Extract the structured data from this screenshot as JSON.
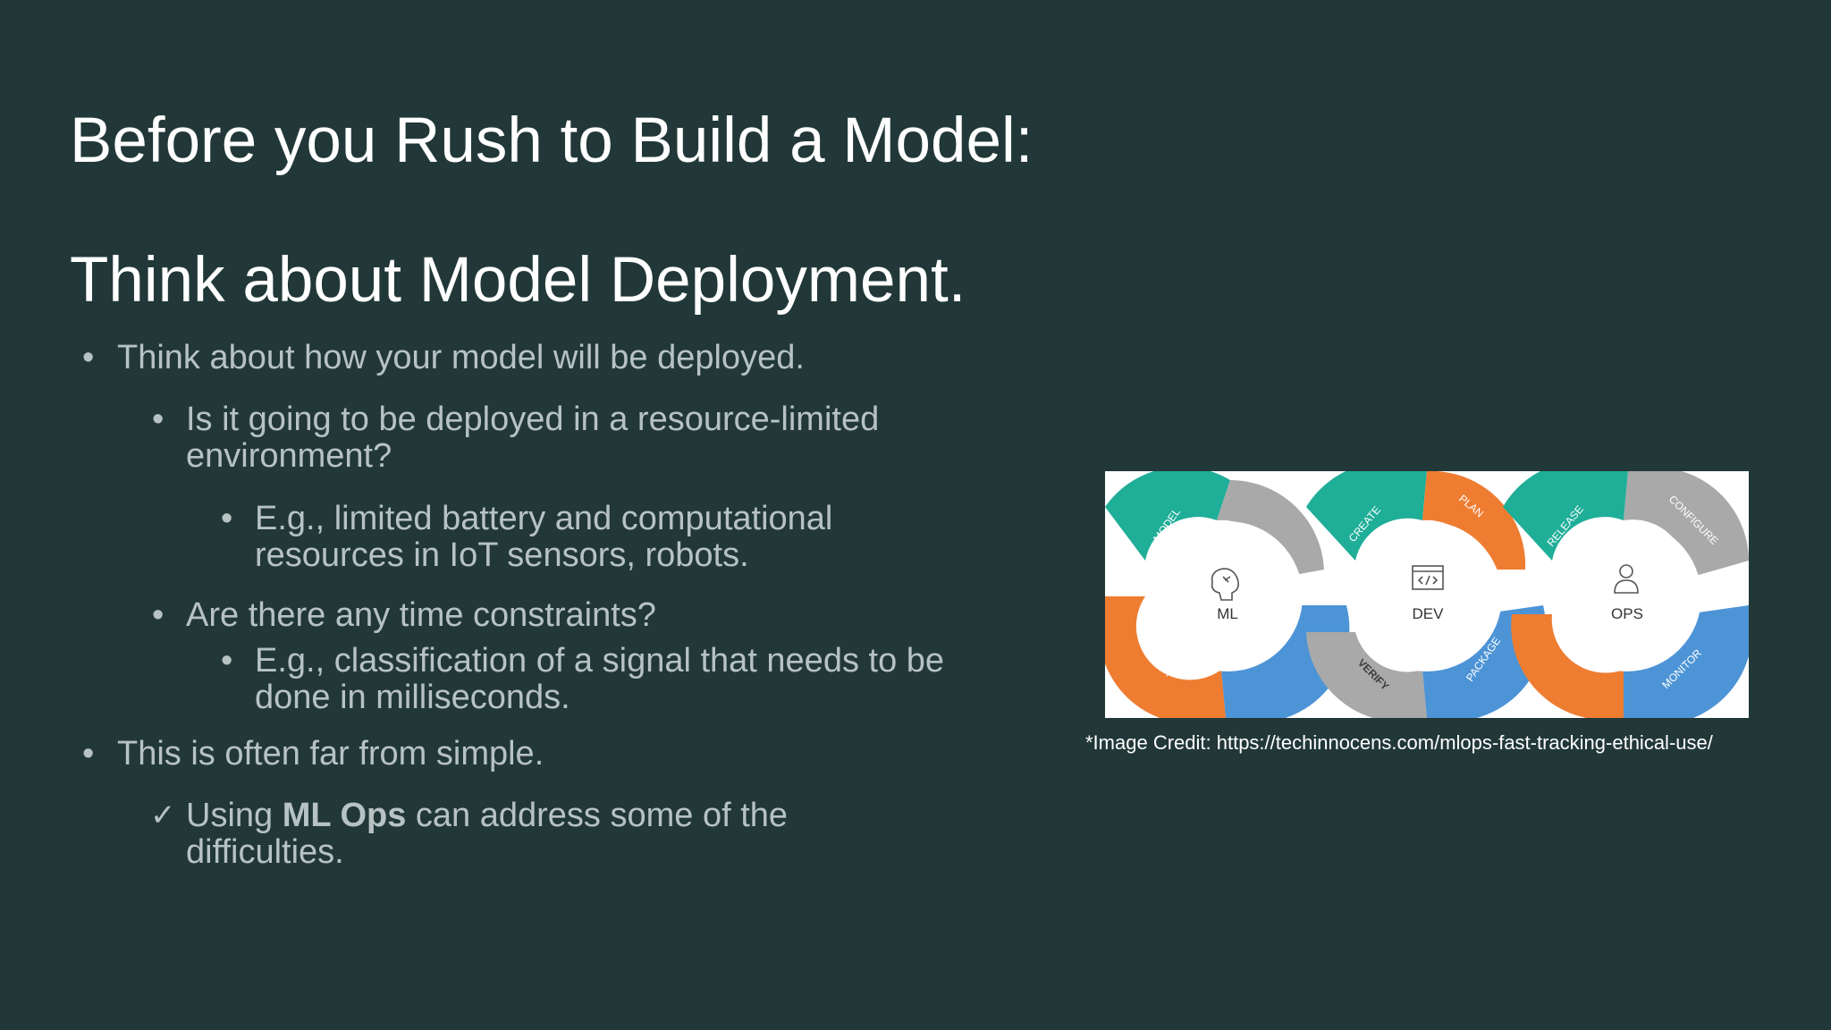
{
  "slide": {
    "title_line1": "Before you Rush to Build a Model:",
    "title_line2": "Think about Model Deployment.",
    "bullets": [
      {
        "marker": "•",
        "text": "Think about how your model will be deployed."
      },
      {
        "marker": "•",
        "text": "Is it going to be deployed in a resource-limited environment?"
      },
      {
        "marker": "•",
        "text": "E.g., limited battery and computational resources in IoT sensors, robots."
      },
      {
        "marker": "•",
        "text": "Are there any time constraints?"
      },
      {
        "marker": "•",
        "text": "E.g., classification of a signal that needs to be done in milliseconds."
      },
      {
        "marker": "•",
        "text": "This is often far from simple."
      },
      {
        "marker": "✓",
        "text_before": "Using ",
        "text_bold": "ML Ops",
        "text_after": " can address some of the difficulties."
      }
    ],
    "image_credit": "*Image Credit: https://techinnocens.com/mlops-fast-tracking-ethical-use/"
  },
  "diagram": {
    "hubs": [
      "ML",
      "DEV",
      "OPS"
    ],
    "segment_labels": [
      "MODEL",
      "DATA",
      "CREATE",
      "PLAN",
      "VERIFY",
      "PACKAGE",
      "RELEASE",
      "CONFIGURE",
      "MONITOR"
    ],
    "colors": {
      "teal": "#1fae98",
      "gray": "#a9a9a9",
      "orange": "#ee7d32",
      "blue": "#4d94d6",
      "background": "#223838",
      "title": "#ffffff",
      "body_text": "#b7c2c2"
    },
    "icons": [
      "brain-icon",
      "code-window-icon",
      "person-icon"
    ]
  }
}
